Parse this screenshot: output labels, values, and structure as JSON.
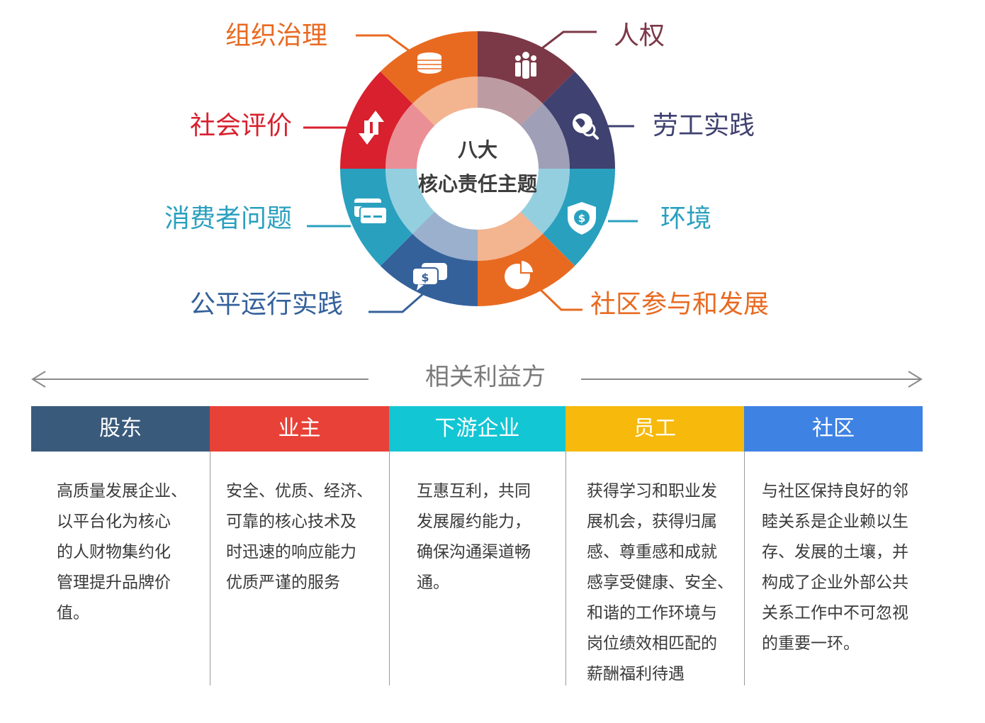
{
  "diagram": {
    "center_line1": "八大",
    "center_line2": "核心责任主题",
    "topics": [
      {
        "id": "human-rights",
        "label": "人权",
        "icon": "people-icon",
        "color": "#7b3847"
      },
      {
        "id": "labor-practice",
        "label": "劳工实践",
        "icon": "globe-search-icon",
        "color": "#3f4170"
      },
      {
        "id": "environment",
        "label": "环境",
        "icon": "shield-dollar-icon",
        "color": "#2aa0bf"
      },
      {
        "id": "community",
        "label": "社区参与和发展",
        "icon": "pie-chart-icon",
        "color": "#e86a21"
      },
      {
        "id": "fair-operation",
        "label": "公平运行实践",
        "icon": "chat-dollar-icon",
        "color": "#35619b"
      },
      {
        "id": "consumer",
        "label": "消费者问题",
        "icon": "credit-card-icon",
        "color": "#2aa0bf"
      },
      {
        "id": "social-eval",
        "label": "社会评价",
        "icon": "up-down-arrows-icon",
        "color": "#d8202e"
      },
      {
        "id": "governance",
        "label": "组织治理",
        "icon": "coin-stack-icon",
        "color": "#e86a21"
      }
    ]
  },
  "stakeholders": {
    "title": "相关利益方",
    "columns": [
      {
        "header": "股东",
        "color": "#3a5a7c",
        "text": "高质量发展企业、\n以平台化为核心\n的人财物集约化\n管理提升品牌价\n值。"
      },
      {
        "header": "业主",
        "color": "#e84137",
        "text": "安全、优质、经济、\n可靠的核心技术及\n时迅速的响应能力\n优质严谨的服务"
      },
      {
        "header": "下游企业",
        "color": "#12c6d4",
        "text": "互惠互利，共同\n发展履约能力，\n确保沟通渠道畅\n通。"
      },
      {
        "header": "员工",
        "color": "#f6b90c",
        "text": "获得学习和职业发\n展机会，获得归属\n感、尊重感和成就\n感享受健康、安全、\n和谐的工作环境与\n岗位绩效相匹配的\n薪酬福利待遇"
      },
      {
        "header": "社区",
        "color": "#3e82e4",
        "text": "与社区保持良好的邻\n睦关系是企业赖以生\n存、发展的土壤，并\n构成了企业外部公共\n关系工作中不可忽视\n的重要一环。"
      }
    ]
  }
}
